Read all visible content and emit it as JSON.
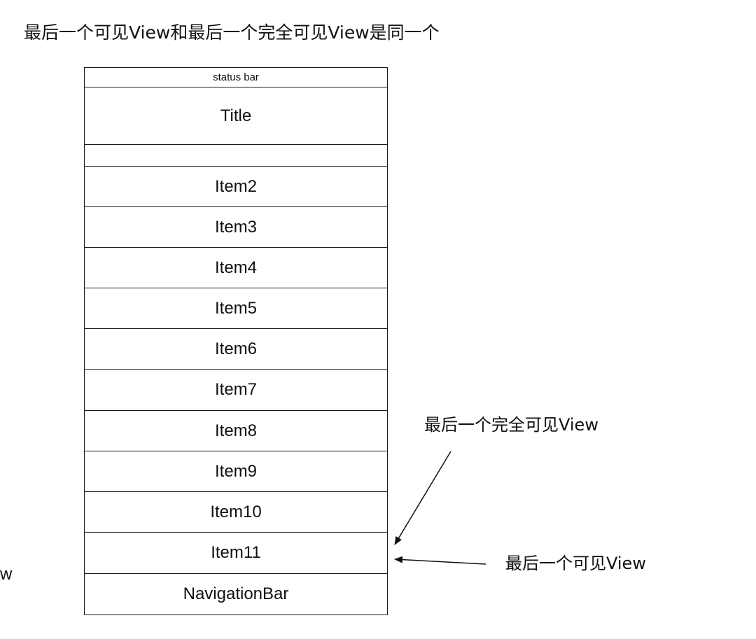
{
  "heading": "最后一个可见View和最后一个完全可见View是同一个",
  "screen": {
    "status_bar": "status  bar",
    "title": "Title",
    "blank_row": "",
    "items": [
      "Item2",
      "Item3",
      "Item4",
      "Item5",
      "Item6",
      "Item7",
      "Item8",
      "Item9",
      "Item10",
      "Item11"
    ],
    "navigation_bar": "NavigationBar"
  },
  "annotations": {
    "last_fully_visible": "最后一个完全可见View",
    "last_visible": "最后一个可见View"
  },
  "edge_text": "w"
}
